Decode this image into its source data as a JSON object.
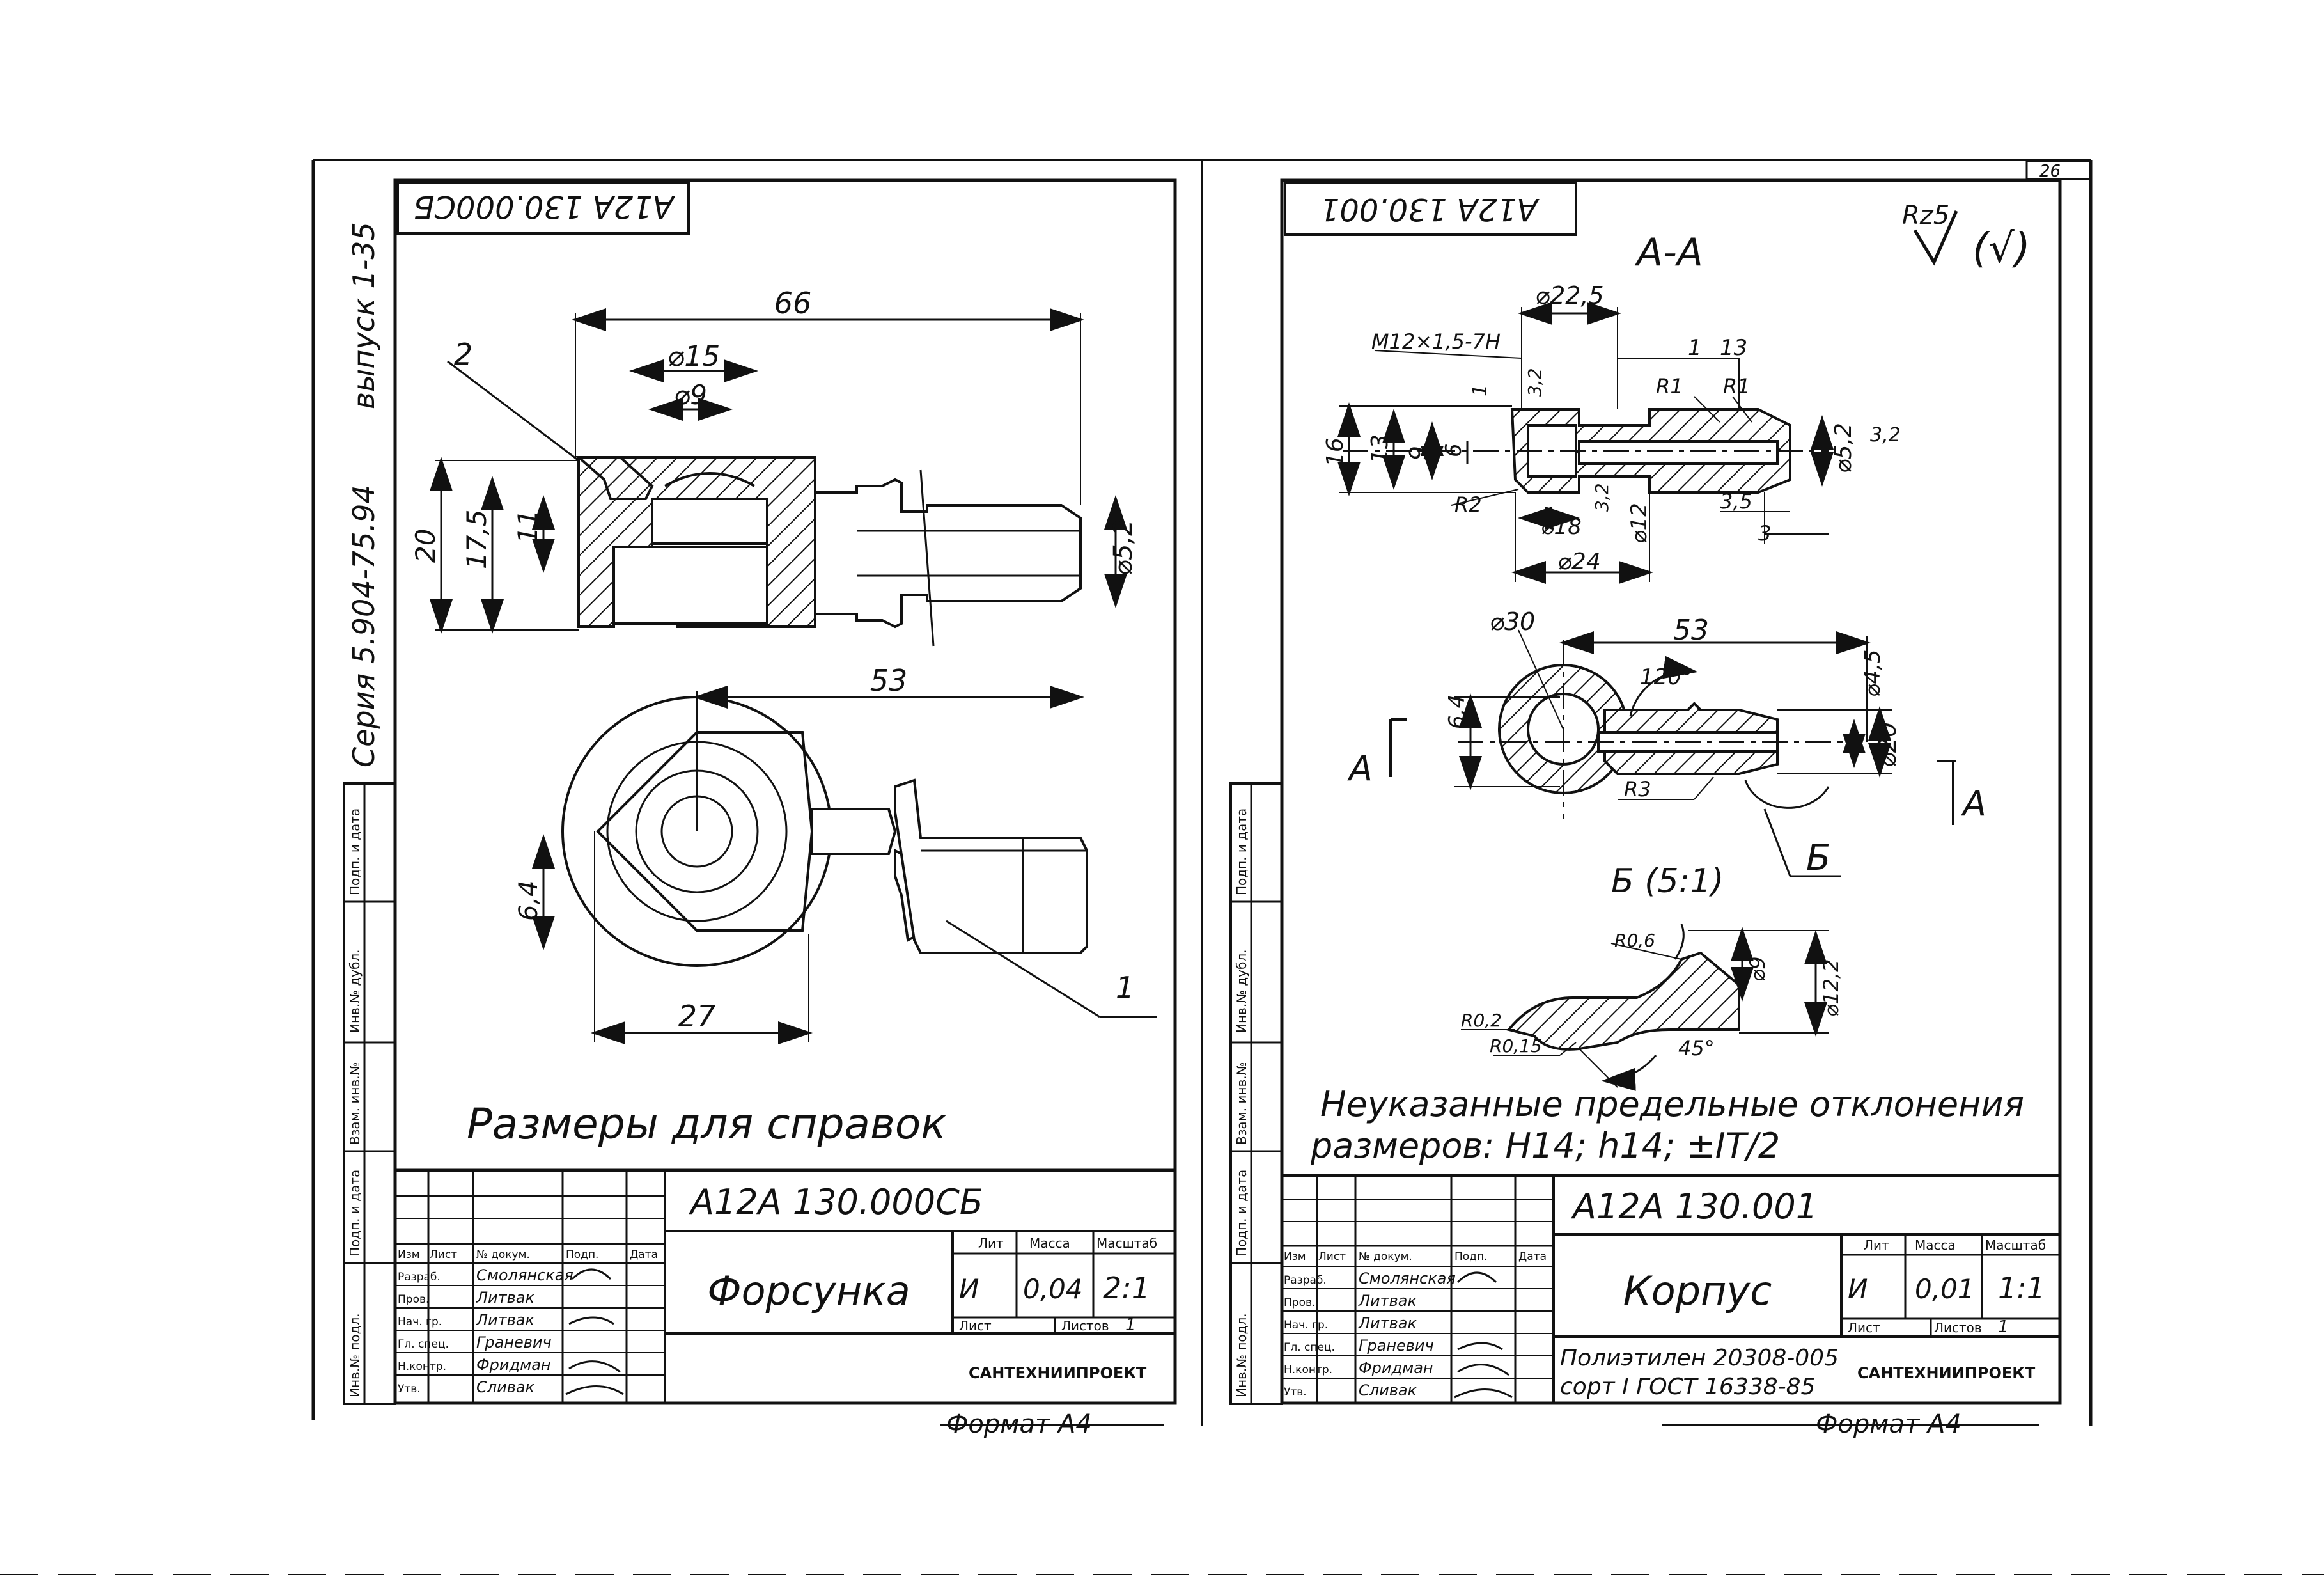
{
  "page": {
    "corner_number": "26"
  },
  "left_sheet": {
    "code_rotated": "А12А 130.000СБ",
    "series_label": "Серия 5.904-75.94",
    "issue_label": "выпуск 1-35",
    "dims": {
      "length_top": "66",
      "d15": "⌀15",
      "d9": "⌀9",
      "h20": "20",
      "h17": "17,5",
      "h11": "11",
      "d52": "⌀5,2",
      "len53": "53",
      "h64": "6,4",
      "w27": "27"
    },
    "callouts": {
      "c2": "2",
      "c1": "1"
    },
    "reference_note": "Размеры для справок",
    "title_block": {
      "designation": "А12А 130.000СБ",
      "name": "Форсунка",
      "col_lit": "Лит",
      "col_mass": "Масса",
      "col_scale": "Масштаб",
      "lit_value": "И",
      "mass_value": "0,04",
      "scale_value": "2:1",
      "sheet_label": "Лист",
      "sheets_label": "Листов",
      "sheets_value": "1",
      "org": "САНТЕХНИИПРОЕКТ",
      "header_cols": [
        "Изм",
        "Лист",
        "№ докум.",
        "Подп.",
        "Дата"
      ],
      "roles": [
        "Разраб.",
        "Пров.",
        "Нач. гр.",
        "Гл. спец.",
        "Н.контр.",
        "Утв."
      ],
      "names": [
        "Смолянская",
        "Литвак",
        "Литвак",
        "Граневич",
        "Фридман",
        "Сливак"
      ]
    },
    "format": "Формат А4"
  },
  "right_sheet": {
    "code_rotated": "А12А 130.001",
    "roughness": "Rz5",
    "roughness_mark": "(√)",
    "section_aa": "А-А",
    "dims": {
      "d225": "⌀22,5",
      "thread": "M12×1,5-7H",
      "r1a": "R1",
      "r1b": "R1",
      "d1": "1",
      "d13": "13",
      "h16": "16",
      "h13": "13",
      "h9": "9",
      "h6": "6",
      "h1": "1",
      "r32a": "3,2",
      "d52": "⌀5,2",
      "r32b": "3,2",
      "r2": "R2",
      "d18": "⌀18",
      "r32c": "3,2",
      "d12": "⌀12",
      "d35": "3,5",
      "d3": "3",
      "d24": "⌀24",
      "d30": "⌀30",
      "len53": "53",
      "ang120": "120°",
      "d45": "⌀4,5",
      "h64": "6,4",
      "d20": "⌀20",
      "r3": "R3",
      "cut_a_left": "А",
      "cut_a_right": "А",
      "detail_b": "Б",
      "detail_b_title": "Б (5:1)",
      "r06": "R0,6",
      "d9": "⌀9",
      "d122": "⌀12,2",
      "r02": "R0,2",
      "r015": "R0,15",
      "ang45": "45°"
    },
    "note_line1": "Неуказанные предельные отклонения",
    "note_line2": "размеров: H14; h14; ±IT/2",
    "title_block": {
      "designation": "А12А 130.001",
      "name": "Корпус",
      "col_lit": "Лит",
      "col_mass": "Масса",
      "col_scale": "Масштаб",
      "lit_value": "И",
      "mass_value": "0,01",
      "scale_value": "1:1",
      "sheet_label": "Лист",
      "sheets_label": "Листов",
      "sheets_value": "1",
      "org": "САНТЕХНИИПРОЕКТ",
      "material_line1": "Полиэтилен 20308-005",
      "material_line2": "сорт I ГОСТ 16338-85",
      "header_cols": [
        "Изм",
        "Лист",
        "№ докум.",
        "Подп.",
        "Дата"
      ],
      "roles": [
        "Разраб.",
        "Пров.",
        "Нач. гр.",
        "Гл. спец.",
        "Н.контр.",
        "Утв."
      ],
      "names": [
        "Смолянская",
        "Литвак",
        "Литвак",
        "Граневич",
        "Фридман",
        "Сливак"
      ]
    },
    "format": "Формат А4"
  },
  "side_stamps": [
    "Подп. и дата",
    "Инв.№ дубл.",
    "Взам. инв.№",
    "Подп. и дата",
    "Инв.№ подл."
  ]
}
